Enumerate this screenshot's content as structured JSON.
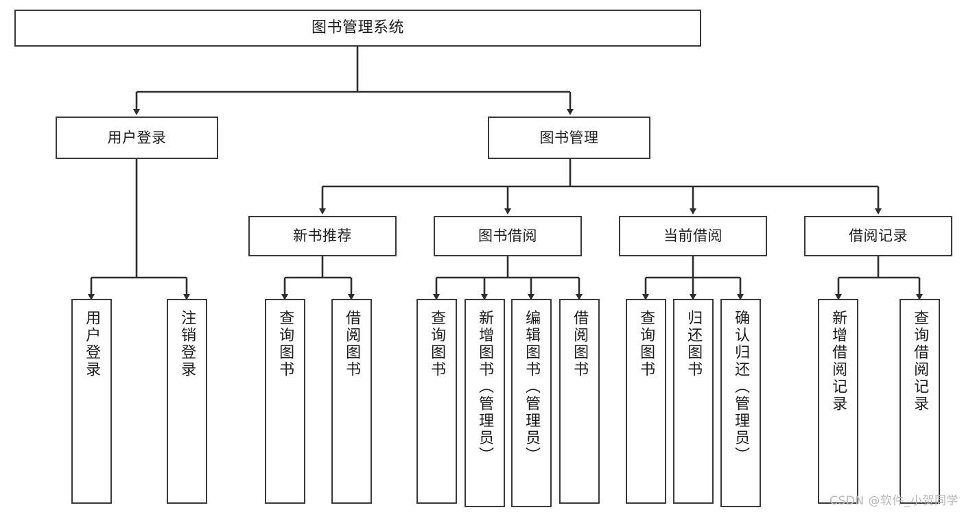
{
  "diagram": {
    "title": "图书管理系统",
    "type": "tree-hierarchy",
    "colors": {
      "box_border": "#3a3a3a",
      "box_fill": "#ffffff",
      "edge": "#2d2d2d",
      "text": "#1b1b1b",
      "watermark": "#b9b9b9"
    },
    "watermark": "CSDN @软件_小贺同学"
  },
  "nodes": {
    "root": {
      "label": "图书管理系统"
    },
    "level2": [
      {
        "label": "用户登录"
      },
      {
        "label": "图书管理"
      }
    ],
    "level3": [
      {
        "label": "新书推荐"
      },
      {
        "label": "图书借阅"
      },
      {
        "label": "当前借阅"
      },
      {
        "label": "借阅记录"
      }
    ],
    "leaves": {
      "user_login": [
        {
          "label": "用户登录"
        },
        {
          "label": "注销登录"
        }
      ],
      "new_book_recommend": [
        {
          "label": "查询图书"
        },
        {
          "label": "借阅图书"
        }
      ],
      "book_borrow": [
        {
          "label": "查询图书"
        },
        {
          "label": "新增图书（管理员）"
        },
        {
          "label": "编辑图书（管理员）"
        },
        {
          "label": "借阅图书"
        }
      ],
      "current_borrow": [
        {
          "label": "查询图书"
        },
        {
          "label": "归还图书"
        },
        {
          "label": "确认归还（管理员）"
        }
      ],
      "borrow_record": [
        {
          "label": "新增借阅记录"
        },
        {
          "label": "查询借阅记录"
        }
      ]
    }
  }
}
